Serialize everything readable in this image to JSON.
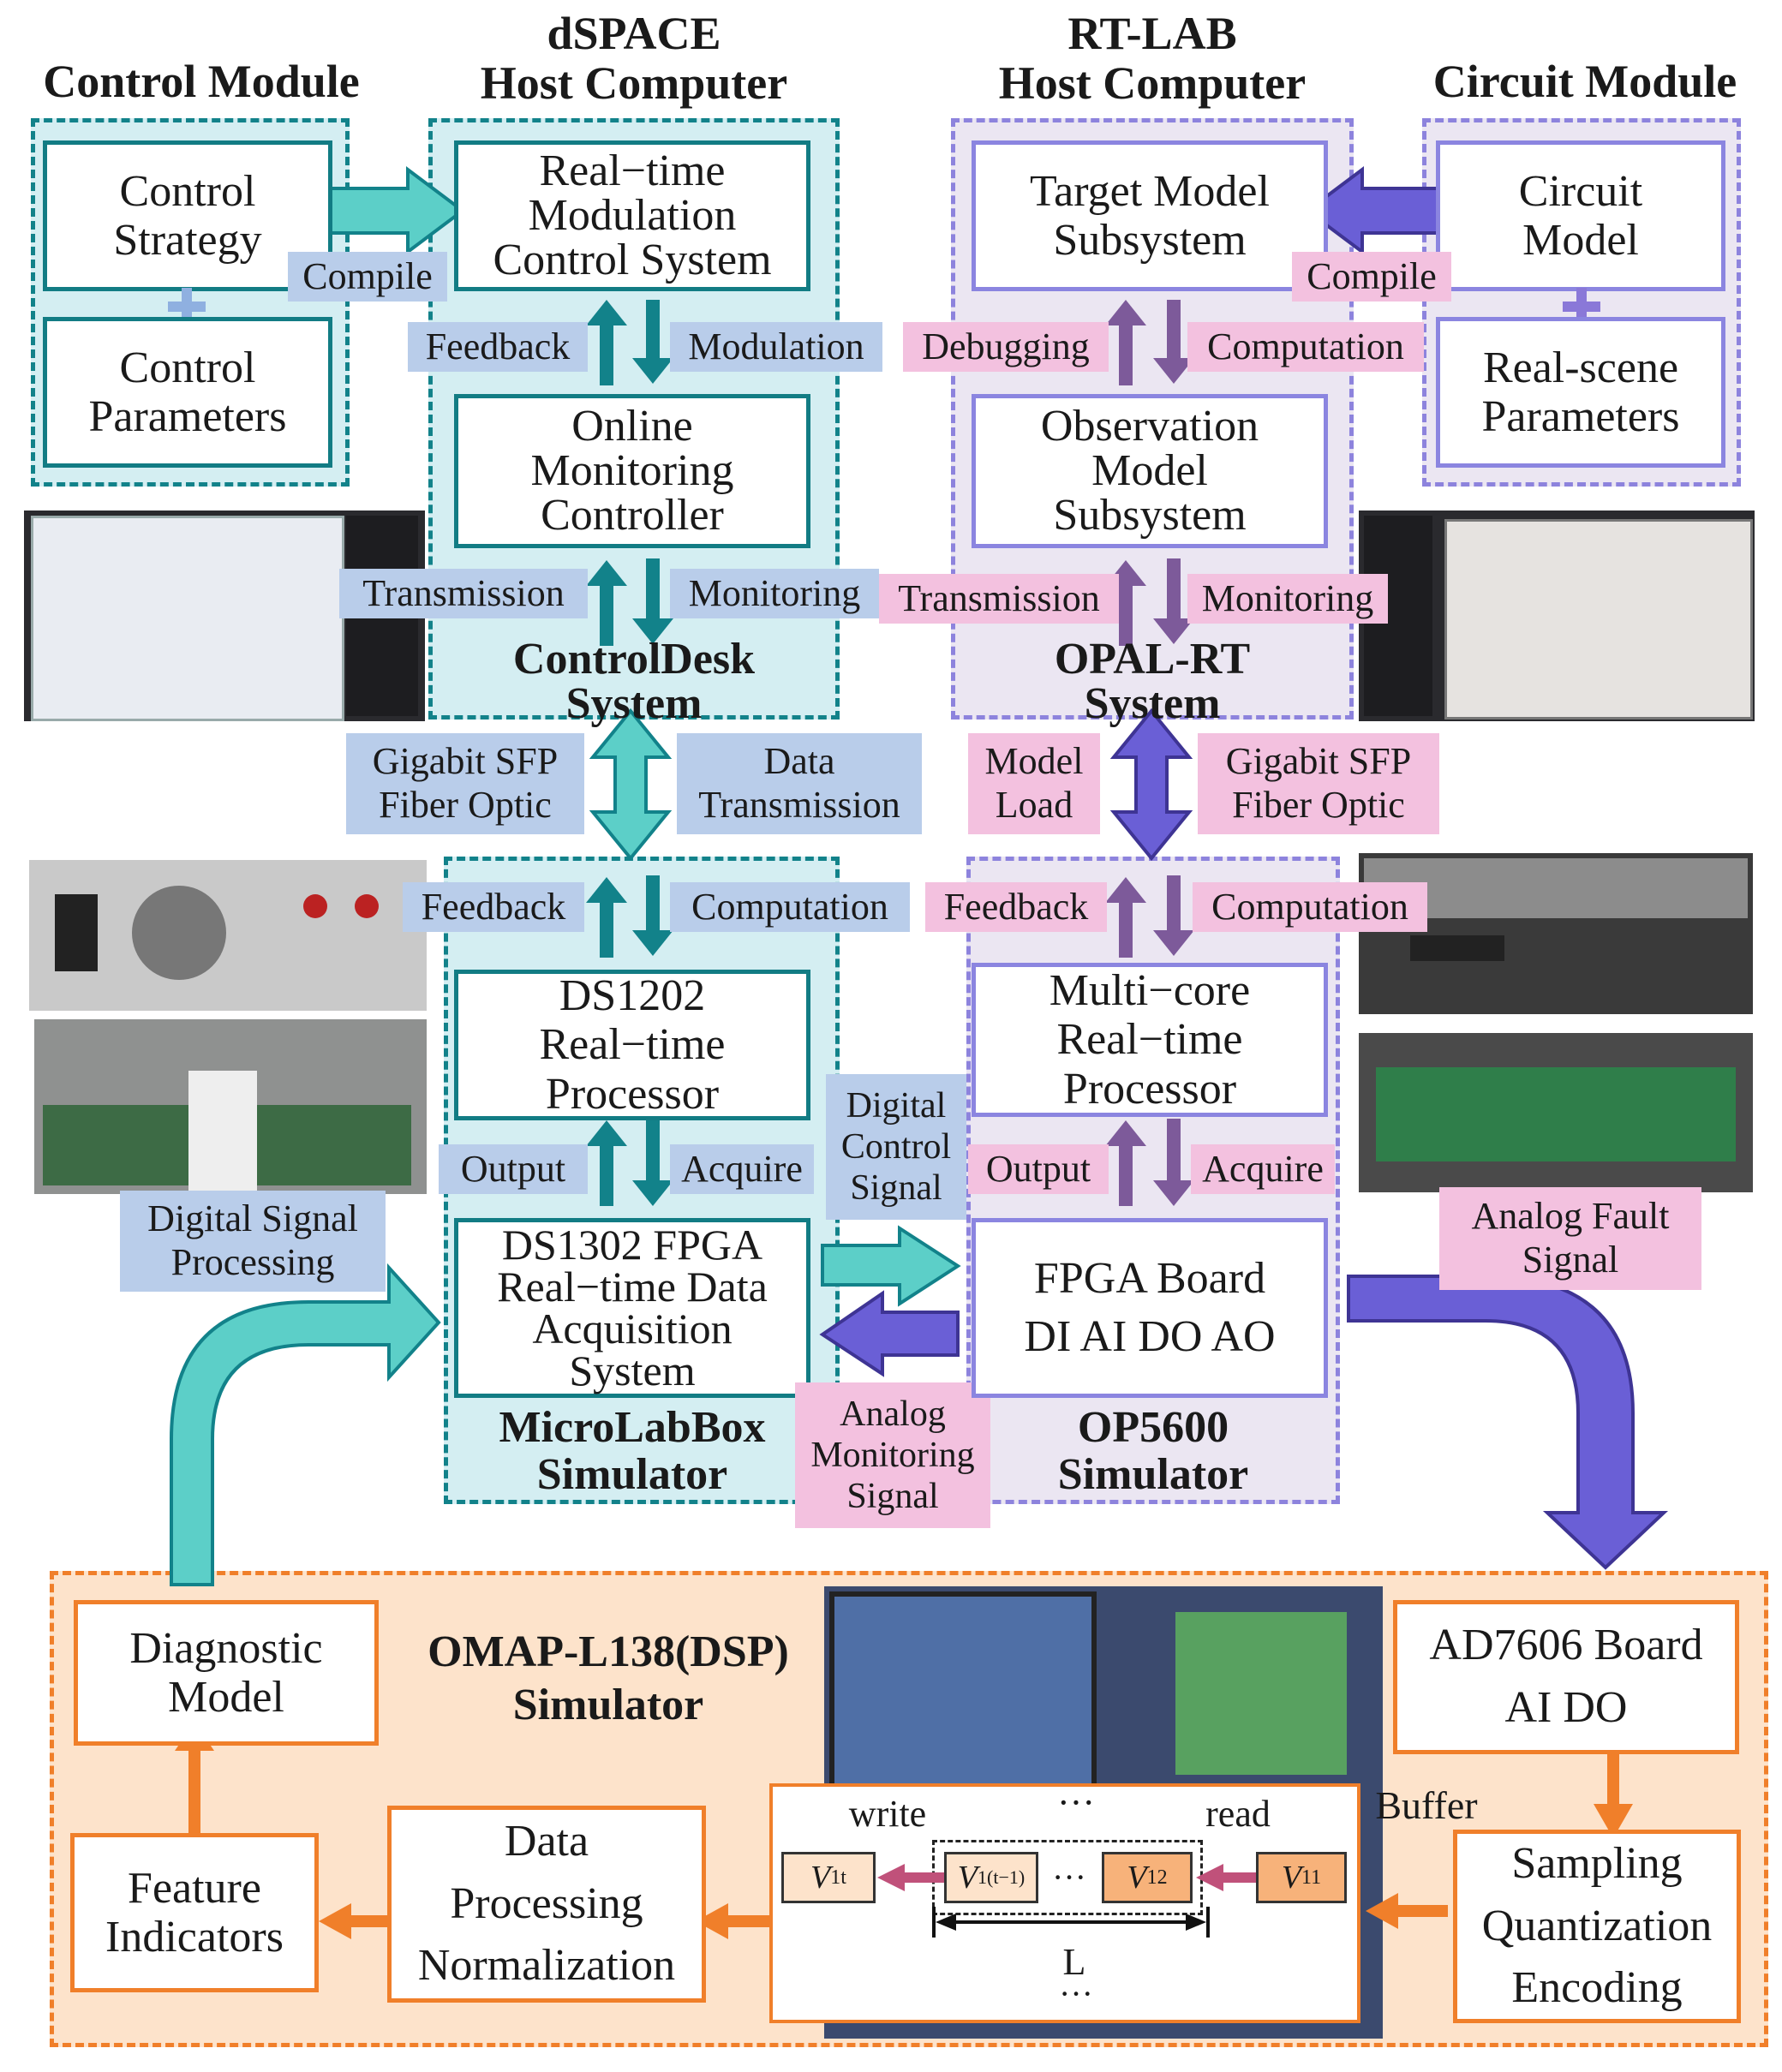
{
  "headers": {
    "control_module": "Control Module",
    "dspace_line1": "dSPACE",
    "dspace_line2": "Host Computer",
    "rtlab_line1": "RT-LAB",
    "rtlab_line2": "Host Computer",
    "circuit_module": "Circuit Module"
  },
  "control_module": {
    "strategy": [
      "Control",
      "Strategy"
    ],
    "parameters": [
      "Control",
      "Parameters"
    ],
    "compile": "Compile"
  },
  "dspace": {
    "rtm": [
      "Real−time",
      "Modulation",
      "Control System"
    ],
    "omc": [
      "Online",
      "Monitoring",
      "Controller"
    ],
    "feedback": "Feedback",
    "modulation": "Modulation",
    "transmission": "Transmission",
    "monitoring": "Monitoring",
    "system_name": [
      "ControlDesk",
      "System"
    ]
  },
  "rtlab": {
    "tms": [
      "Target Model",
      "Subsystem"
    ],
    "oms": [
      "Observation",
      "Model",
      "Subsystem"
    ],
    "debugging": "Debugging",
    "computation": "Computation",
    "transmission": "Transmission",
    "monitoring": "Monitoring",
    "system_name": [
      "OPAL-RT",
      "System"
    ]
  },
  "circuit_module": {
    "model": [
      "Circuit",
      "Model"
    ],
    "params": [
      "Real-scene",
      "Parameters"
    ],
    "compile": "Compile"
  },
  "links": {
    "left_fiber": [
      "Gigabit SFP",
      "Fiber Optic"
    ],
    "data_transmission": [
      "Data",
      "Transmission"
    ],
    "model_load": [
      "Model",
      "Load"
    ],
    "right_fiber": [
      "Gigabit SFP",
      "Fiber Optic"
    ]
  },
  "microlabbox": {
    "feedback": "Feedback",
    "computation": "Computation",
    "ds1202": [
      "DS1202",
      "Real−time",
      "Processor"
    ],
    "output": "Output",
    "acquire": "Acquire",
    "ds1302": [
      "DS1302 FPGA",
      "Real−time Data",
      "Acquisition",
      "System"
    ],
    "name": [
      "MicroLabBox",
      "Simulator"
    ],
    "digital_signal_processing": [
      "Digital Signal",
      "Processing"
    ]
  },
  "op5600": {
    "feedback": "Feedback",
    "computation": "Computation",
    "multicore": [
      "Multi−core",
      "Real−time",
      "Processor"
    ],
    "output": "Output",
    "acquire": "Acquire",
    "fpga": [
      "FPGA Board",
      "DI AI DO AO"
    ],
    "name": [
      "OP5600",
      "Simulator"
    ],
    "analog_fault": [
      "Analog Fault",
      "Signal"
    ]
  },
  "middle": {
    "digital_control": [
      "Digital",
      "Control",
      "Signal"
    ],
    "analog_monitoring": [
      "Analog",
      "Monitoring",
      "Signal"
    ]
  },
  "omap": {
    "title": "OMAP-L138(DSP)",
    "subtitle": "Simulator",
    "diagnostic": [
      "Diagnostic",
      "Model"
    ],
    "feature": [
      "Feature",
      "Indicators"
    ],
    "data_processing": [
      "Data",
      "Processing",
      "Normalization"
    ],
    "ad7606": [
      "AD7606 Board",
      "AI DO"
    ],
    "sampling": [
      "Sampling",
      "Quantization",
      "Encoding"
    ],
    "buffer_label": "Buffer",
    "buffer": {
      "write": "write",
      "read": "read",
      "dots": "···",
      "v1t": "V",
      "v1t_sub": "1t",
      "v1t1": "V",
      "v1t1_sub": "1(t−1)",
      "v12": "V",
      "v12_sub": "12",
      "v11": "V",
      "v11_sub": "11",
      "L": "L"
    }
  },
  "colors": {
    "teal": "#5ccfc8",
    "teal_dark": "#12828a",
    "purple": "#6a5fd6",
    "purple_dark": "#7d5a9a",
    "orange": "#f07f2a",
    "blue_label": "#b9cdea",
    "pink_label": "#f3c1df"
  }
}
